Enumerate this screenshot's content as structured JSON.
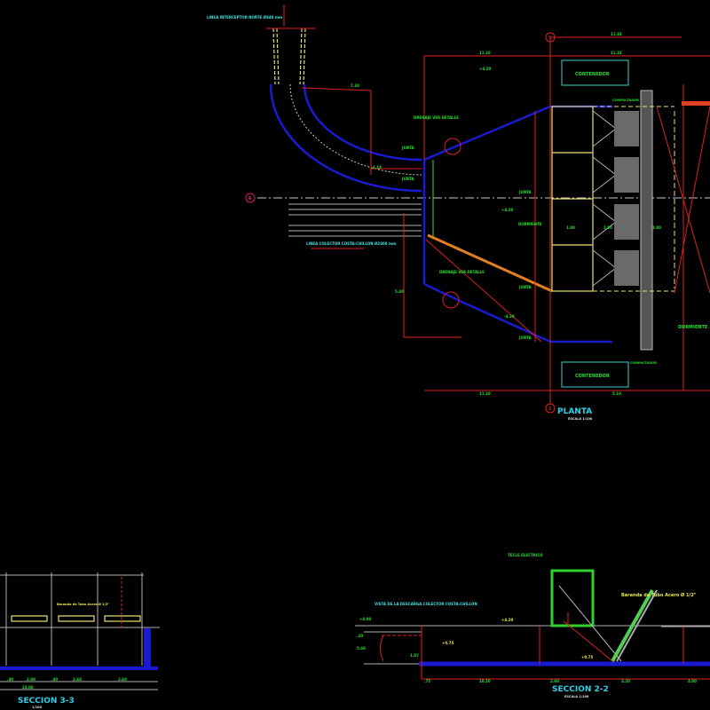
{
  "plan": {
    "title": "PLANTA",
    "scale": "ESCALA 1/100",
    "axis_a": "A",
    "axis_1": "1",
    "inlet_label": "LINEA INTERCEPTOR NORTE Ø840 mm",
    "outlet_label": "LINEA COLECTOR COSTA-CHILLON Ø2400 mm",
    "drain_label_1": "DRENAJE VER DETALLE",
    "drain_label_2": "DRENAJE VER DETALLE",
    "container_top": "CONTENEDOR",
    "container_bottom": "CONTENEDOR",
    "compactor_top": "COMPACTADOR",
    "compactor_bottom": "COMPACTADOR",
    "joint_labels": [
      "JUNTA",
      "JUNTA",
      "JUNTA",
      "JUNTA",
      "JUNTA"
    ],
    "durmiente_labels": [
      "DURMIENTE",
      "DURMIENTE"
    ],
    "dims": [
      "11.10",
      "11.18",
      "11.18",
      "7.38",
      "4.18",
      "5.40",
      "1.80",
      "1.80",
      "1.80",
      "11.10",
      "5.10"
    ],
    "levels": [
      "+4.20",
      "+4.20",
      "-4.20"
    ]
  },
  "section_2": {
    "title": "SECCION 2-2",
    "scale": "ESCALA 1/100",
    "tecle": "TECLE ELECTRICO",
    "discharge": "VISTA DE LA DESCARGA COLECTOR COSTA-CHILLON",
    "railing": "Baranda de Tubo Acero Ø 1/2\"",
    "levels": [
      "+4.00",
      "+0.75",
      "+0.75",
      "+4.20",
      "1.87"
    ],
    "dims": [
      "10.10",
      "2.60",
      "3.20",
      "4.00",
      "5.40",
      ".20",
      ".75"
    ]
  },
  "section_3": {
    "title": "SECCION 3-3",
    "scale": "1/100",
    "railing": "Baranda de Tubo Acero Ø 1/2\"",
    "dims": [
      "2.60",
      "2.60",
      "2.60",
      ".40",
      ".40",
      "23.60"
    ]
  },
  "colors": {
    "background": "#000000",
    "dimension": "#e02020",
    "pipe": "#1a1ad0",
    "text": "#22e02a",
    "title": "#2fd0e8"
  }
}
